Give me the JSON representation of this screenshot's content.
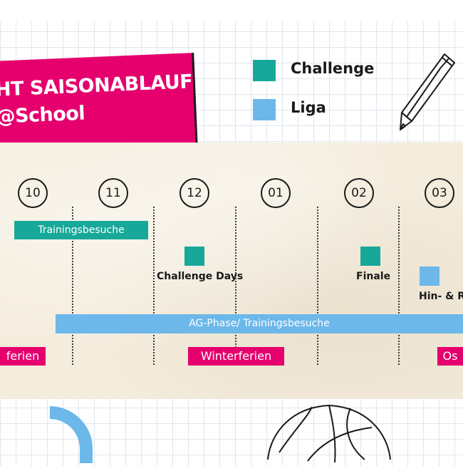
{
  "title": {
    "line1": "HT SAISONABLAUF",
    "line2": "@School"
  },
  "legend": [
    {
      "label": "Challenge",
      "color": "#17a899"
    },
    {
      "label": "Liga",
      "color": "#6cb8ea"
    }
  ],
  "months": [
    "10",
    "11",
    "12",
    "01",
    "02",
    "03"
  ],
  "bars": {
    "trainingsbesuche": "Trainingsbesuche",
    "ag_phase": "AG-Phase/ Trainingsbesuche",
    "herbstferien": "ferien",
    "winterferien": "Winterferien",
    "osterferien": "Os"
  },
  "events": {
    "challenge_days": "Challenge Days",
    "finale": "Finale",
    "hin_rueck": "Hin- & Ri"
  },
  "colors": {
    "teal": "#17a899",
    "blue": "#6cb8ea",
    "pink": "#e5006e"
  }
}
